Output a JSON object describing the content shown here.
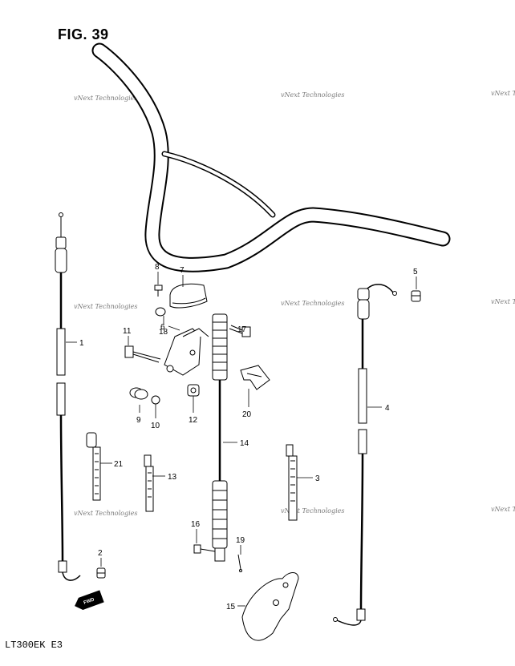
{
  "figure": {
    "title": "FIG. 39",
    "model_code": "LT300EK  E3"
  },
  "watermarks": [
    "vNext Technologies",
    "vNext Technologies",
    "vNext Technologies",
    "vNext Technologies",
    "vNext Technologies",
    "vNext Technologies",
    "vNext Technologies",
    "vNext Technologies",
    "vNext Technologies"
  ],
  "fwd_label": "FWD",
  "callouts": {
    "c1": "1",
    "c2": "2",
    "c3": "3",
    "c4": "4",
    "c5": "5",
    "c6": "6",
    "c7": "7",
    "c8": "8",
    "c9": "9",
    "c10": "10",
    "c11": "11",
    "c12": "12",
    "c13": "13",
    "c14": "14",
    "c15": "15",
    "c16": "16",
    "c17": "17",
    "c18": "18",
    "c19": "19",
    "c20": "20",
    "c21": "21"
  }
}
